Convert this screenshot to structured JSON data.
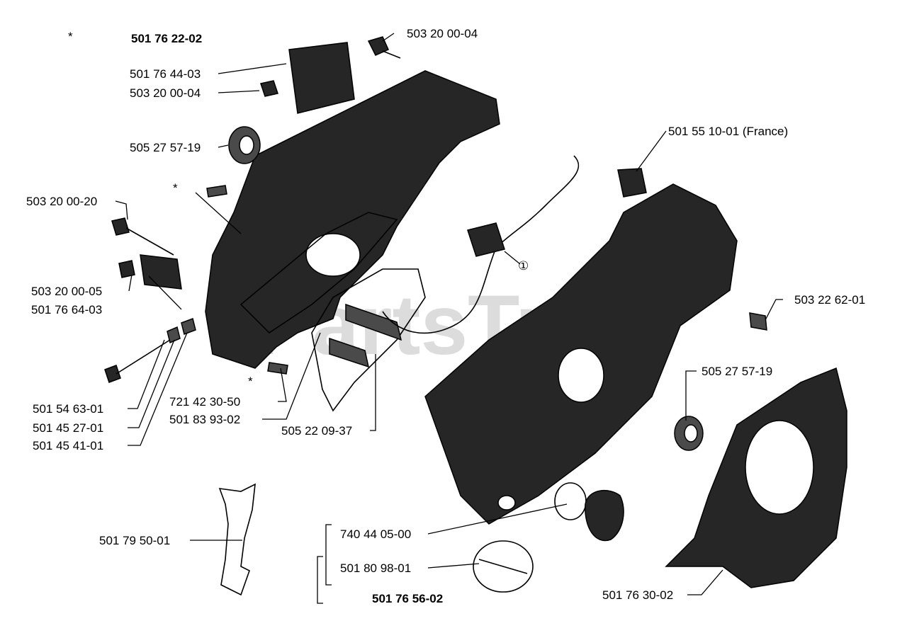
{
  "watermark": "PartsTree",
  "assembly_labels": {
    "top": "501 76 22-02",
    "bottom": "501 76 56-02",
    "asterisk": "*",
    "circle_marker": "①"
  },
  "part_labels": [
    "503 20 00-04",
    "501 76 44-03",
    "503 20 00-04",
    "505 27 57-19",
    "503 20 00-20",
    "503 20 00-05",
    "501 76 64-03",
    "501 54 63-01",
    "501 45 27-01",
    "501 45 41-01",
    "721 42 30-50",
    "501 83 93-02",
    "505 22 09-37",
    "501 55 10-01 (France)",
    "503 22 62-01",
    "505 27 57-19",
    "501 79 50-01",
    "740 44 05-00",
    "501 80 98-01",
    "501 76 30-02"
  ]
}
